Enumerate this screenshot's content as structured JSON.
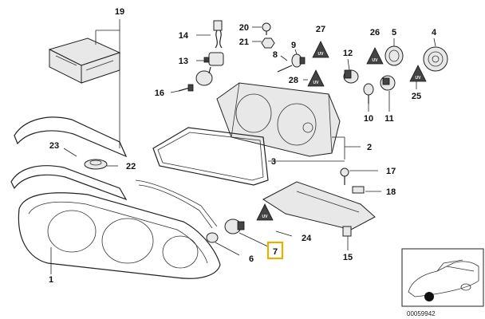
{
  "labels": {
    "p1": "1",
    "p2": "2",
    "p3": "3",
    "p4": "4",
    "p5": "5",
    "p6": "6",
    "p7": "7",
    "p8": "8",
    "p9": "9",
    "p10": "10",
    "p11": "11",
    "p12": "12",
    "p13": "13",
    "p14": "14",
    "p15": "15",
    "p16": "16",
    "p17": "17",
    "p18": "18",
    "p19": "19",
    "p20": "20",
    "p21": "21",
    "p22": "22",
    "p23": "23",
    "p24": "24",
    "p25": "25",
    "p26": "26",
    "p27": "27",
    "p28": "28"
  },
  "highlighted_part": "7",
  "highlight_color": "#e8b000",
  "warning_symbol_text": "UV",
  "doc_number": "00059942"
}
